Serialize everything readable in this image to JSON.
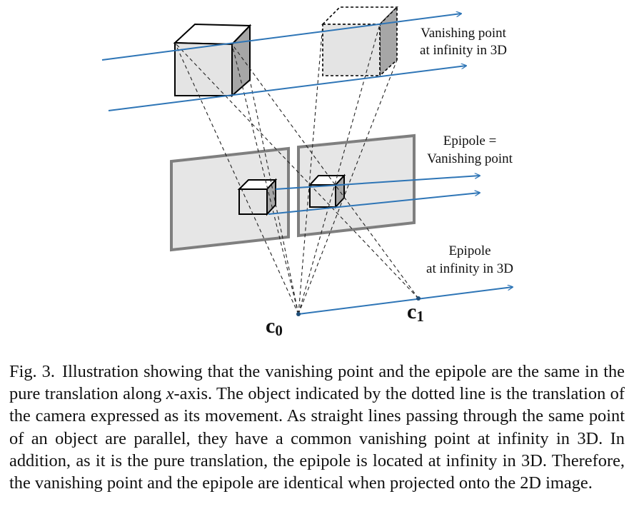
{
  "labels": {
    "vanishing_line1": "Vanishing point",
    "vanishing_line2": "at infinity in 3D",
    "epipole_eq_line1": "Epipole =",
    "epipole_eq_line2": "Vanishing point",
    "epipole_inf_line1": "Epipole",
    "epipole_inf_line2": "at infinity in 3D",
    "cam0_letter": "c",
    "cam0_sub": "0",
    "cam1_letter": "c",
    "cam1_sub": "1"
  },
  "caption": {
    "fig_label": "Fig. 3.",
    "text_before_var": "Illustration showing that the vanishing point and the epipole are the same in the pure translation along ",
    "axis_var": "x",
    "text_after_var": "-axis. The object indicated by the dotted line is the translation of the camera expressed as its movement. As straight lines passing through the same point of an object are parallel, they have a common vanishing point at infinity in 3D. In addition, as it is the pure translation, the epipole is located at infinity in 3D. Therefore, the vanishing point and the epipole are identical when projected onto the 2D image."
  },
  "colors": {
    "arrow_blue": "#2e75b6",
    "plane_fill": "#e6e6e6",
    "plane_stroke": "#7f7f7f",
    "cube_front": "#e4e4e4",
    "cube_side": "#a6a6a6",
    "cube_top": "#ffffff"
  }
}
